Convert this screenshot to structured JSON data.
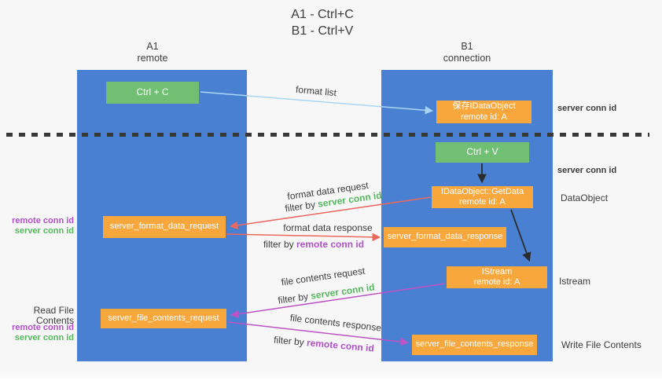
{
  "title": {
    "line1": "A1 - Ctrl+C",
    "line2": "B1 - Ctrl+V"
  },
  "lanes": {
    "a1": {
      "name": "A1",
      "subtitle": "remote"
    },
    "b1": {
      "name": "B1",
      "subtitle": "connection"
    }
  },
  "nodes": {
    "ctrl_c": {
      "label": "Ctrl + C"
    },
    "ctrl_v": {
      "label": "Ctrl + V"
    },
    "save_idataobject": {
      "line1": "保存IDataObject",
      "line2": "remote id: A"
    },
    "getdata": {
      "line1": "IDataObject::GetData",
      "line2": "remote id: A"
    },
    "istream": {
      "line1": "IStream",
      "line2": "remote id: A"
    },
    "server_format_data_request": {
      "label": "server_format_data_request"
    },
    "server_format_data_response": {
      "label": "server_format_data_response"
    },
    "server_file_contents_request": {
      "label": "server_file_contents_request"
    },
    "server_file_contents_response": {
      "label": "server_file_contents_response"
    }
  },
  "side_labels": {
    "server_conn_id": "server conn id",
    "remote_conn_id": "remote conn id",
    "dataobject": "DataObject",
    "istream": "Istream",
    "read_file_contents": "Read File Contents",
    "write_file_contents": "Write File Contents"
  },
  "flow_labels": {
    "format_list": "format list",
    "format_data_request": "format data request",
    "format_data_response": "format data response",
    "file_contents_request": "file contents request",
    "file_contents_response": "file contents response",
    "filter_by": "filter by",
    "server_conn_id": "server conn id",
    "remote_conn_id": "remote conn id"
  },
  "colors": {
    "background": "#f7f7f8",
    "column_blue": "#4a80d2",
    "box_green": "#70bf73",
    "box_orange": "#f8a73d",
    "box_text": "#ffffff",
    "text_dark": "#3c3c3c",
    "green_label": "#55b85c",
    "purple_label": "#b052c8",
    "arrow_red": "#ec6960",
    "arrow_magenta": "#bd53c5",
    "arrow_blue": "#a8d6f2",
    "arrow_black": "#2b2b2b"
  }
}
